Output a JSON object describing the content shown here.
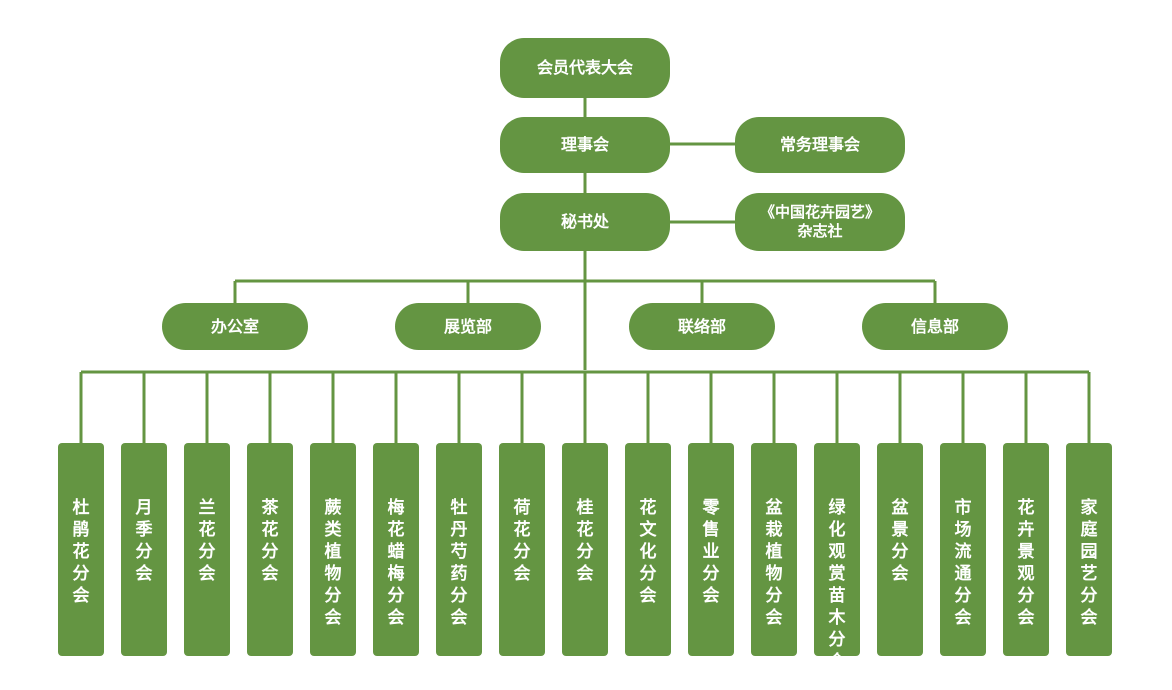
{
  "org_chart": {
    "top": {
      "assembly": "会员代表大会",
      "council": "理事会",
      "standing_council": "常务理事会",
      "secretariat": "秘书处",
      "magazine": "《中国花卉园艺》\n杂志社"
    },
    "departments": [
      "办公室",
      "展览部",
      "联络部",
      "信息部"
    ],
    "branches": [
      "杜鹃花分会",
      "月季分会",
      "兰花分会",
      "茶花分会",
      "蕨类植物分会",
      "梅花蜡梅分会",
      "牡丹芍药分会",
      "荷花分会",
      "桂花分会",
      "花文化分会",
      "零售业分会",
      "盆栽植物分会",
      "绿化观赏苗木分会",
      "盆景分会",
      "市场流通分会",
      "花卉景观分会",
      "家庭园艺分会"
    ],
    "colors": {
      "node_fill": "#649542",
      "connector": "#649542",
      "text": "#ffffff"
    }
  }
}
